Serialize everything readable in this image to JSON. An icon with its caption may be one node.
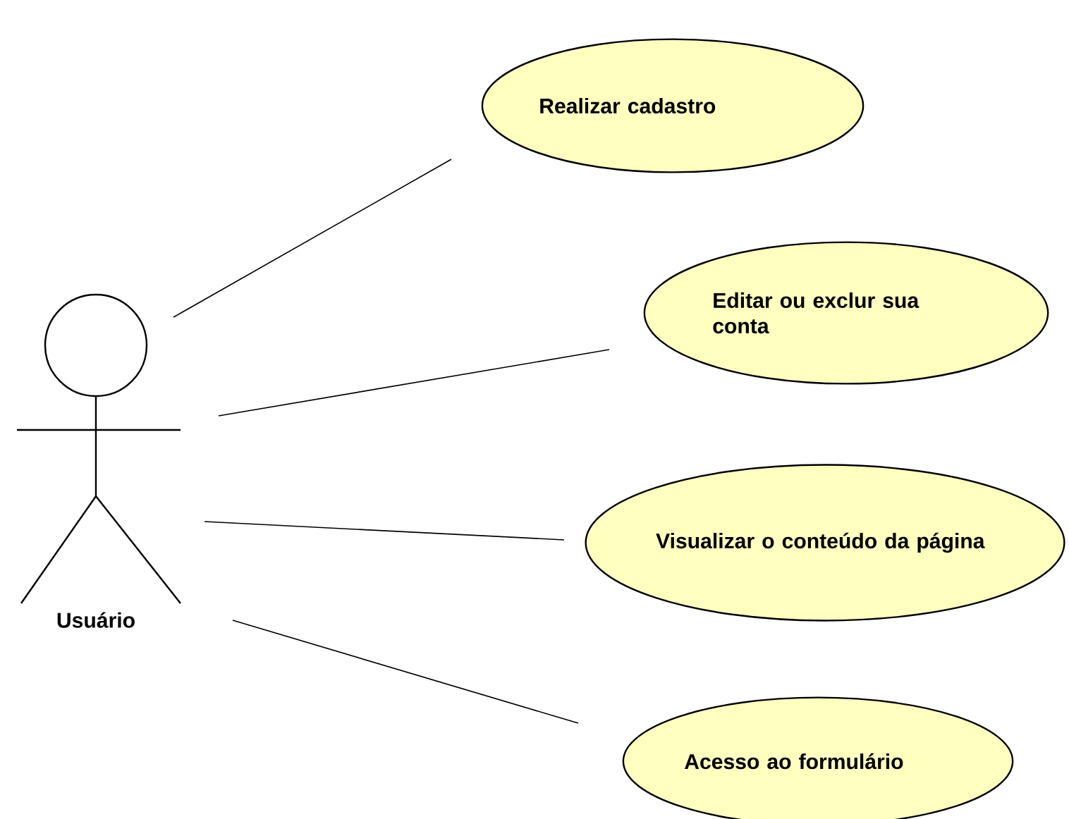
{
  "diagram": {
    "nodes": [
      {
        "text": [
          "Usuário"
        ]
      },
      {
        "text": [
          "Realizar cadastro"
        ]
      },
      {
        "text": [
          "Editar ou exclur sua conta"
        ]
      },
      {
        "text": [
          "Visualizar o conteúdo da página"
        ]
      },
      {
        "text": [
          "Acesso ao formulário"
        ]
      }
    ],
    "edges": [
      {
        "from": 0,
        "to": 1,
        "arrow": "none"
      },
      {
        "from": 0,
        "to": 2,
        "arrow": "none"
      },
      {
        "from": 0,
        "to": 3,
        "arrow": "none"
      },
      {
        "from": 0,
        "to": 4,
        "arrow": "none"
      }
    ]
  }
}
